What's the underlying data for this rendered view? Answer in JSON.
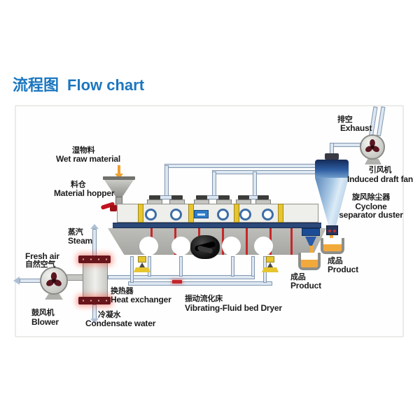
{
  "title": {
    "zh": "流程图",
    "en": "Flow chart"
  },
  "labels": {
    "exhaust": {
      "zh": "排空",
      "en": "Exhaust"
    },
    "induced_draft_fan": {
      "zh": "引风机",
      "en": "Induced draft fan"
    },
    "cyclone": {
      "zh": "旋风除尘器",
      "en_line1": "Cyclone",
      "en_line2": "separator duster"
    },
    "cyclone_product": {
      "zh": "成品",
      "en": "Product"
    },
    "dryer_product": {
      "zh": "成品",
      "en": "Product"
    },
    "wet_raw_material": {
      "zh": "湿物料",
      "en": "Wet raw material"
    },
    "material_hopper": {
      "zh": "料仓",
      "en": "Material hopper"
    },
    "steam": {
      "zh": "蒸汽",
      "en": "Steam"
    },
    "fresh_air": {
      "en": "Fresh air",
      "zh": "自然空气"
    },
    "blower": {
      "zh": "鼓风机",
      "en": "Blower"
    },
    "heat_exchanger": {
      "zh": "换热器",
      "en": "Heat exchanger"
    },
    "condensate_water": {
      "zh": "冷凝水",
      "en": "Condensate water"
    },
    "dryer": {
      "zh": "振动流化床",
      "en": "Vibrating-Fluid bed Dryer"
    }
  },
  "icons": {
    "induced_draft_fan": "fan-icon",
    "blower": "fan-icon"
  },
  "colors": {
    "title_blue": "#1b76c0",
    "pipe_fill": "#dde7f2",
    "pipe_stroke": "#8196ad",
    "accent_red": "#c62828",
    "product_orange": "#f2a93c",
    "cyclone_blue": "#2d5da0",
    "machine_gray": "#bdbdb9",
    "post_yellow": "#e6c52f",
    "flange_red": "#69151c"
  }
}
